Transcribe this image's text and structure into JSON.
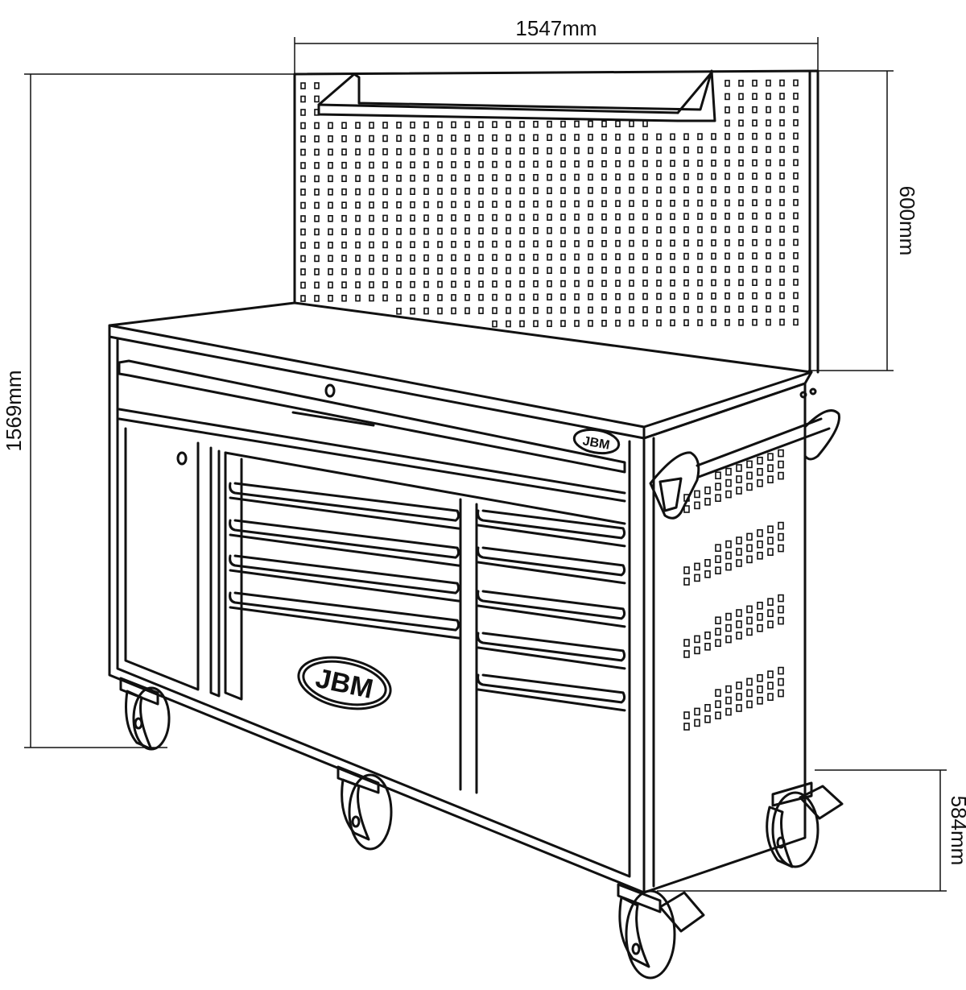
{
  "dimensions": {
    "width": "1547mm",
    "total_height": "1569mm",
    "panel_height": "600mm",
    "depth": "584mm"
  },
  "brand": {
    "logo": "JBM"
  },
  "colors": {
    "line": "#111111",
    "background": "#ffffff"
  }
}
